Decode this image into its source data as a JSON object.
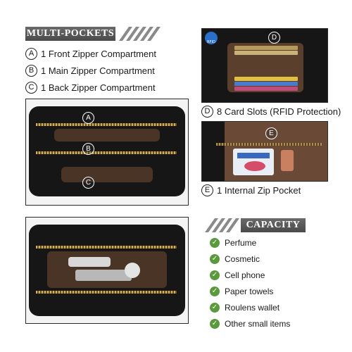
{
  "sections": {
    "multi_pockets": "MULTI-POCKETS",
    "capacity": "CAPACITY"
  },
  "features": [
    {
      "letter": "A",
      "text": "1 Front Zipper Compartment"
    },
    {
      "letter": "B",
      "text": "1 Main Zipper Compartment"
    },
    {
      "letter": "C",
      "text": "1 Back Zipper Compartment"
    },
    {
      "letter": "D",
      "text": "8 Card Slots (RFID Protection)"
    },
    {
      "letter": "E",
      "text": "1 Internal Zip Pocket"
    }
  ],
  "rfid_badge": "RFID",
  "capacity_items": [
    "Perfume",
    "Cosmetic",
    "Cell phone",
    "Paper towels",
    "Roulens wallet",
    "Other small items"
  ],
  "colors": {
    "header_bg": "#555555",
    "check_green": "#5a9a3c",
    "bag_black": "#161616",
    "lining_brown": "#4a3425"
  },
  "icons": {
    "check": "check-icon",
    "rfid": "rfid-shield-icon"
  }
}
